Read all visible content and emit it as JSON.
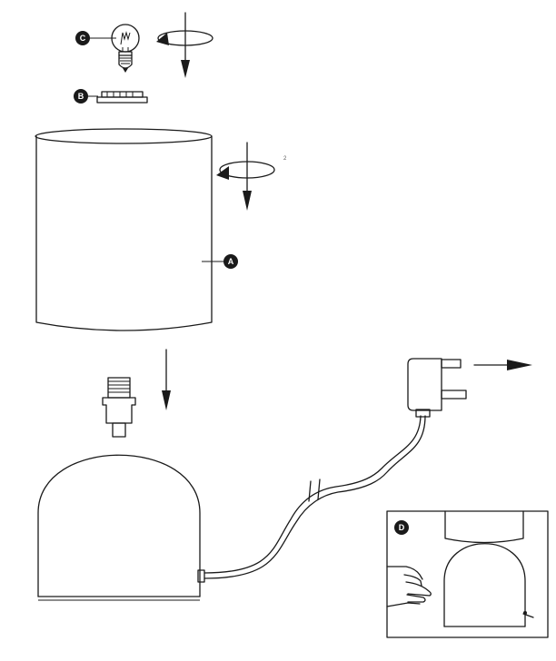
{
  "labels": {
    "a": "A",
    "b": "B",
    "c": "C",
    "d": "D"
  },
  "marks": {
    "small_mark": "2"
  },
  "colors": {
    "ink": "#1a1a1a",
    "badge_text": "#ffffff",
    "background": "#ffffff"
  },
  "icons": {
    "bulb": "light-bulb-icon",
    "ring": "lamp-ring-icon",
    "rotate": "rotate-arrow-icon",
    "down_arrow": "down-arrow-icon",
    "right_arrow": "right-arrow-icon",
    "plug": "plug-icon",
    "hand": "hand-icon",
    "cable_break": "cable-break-icon"
  }
}
